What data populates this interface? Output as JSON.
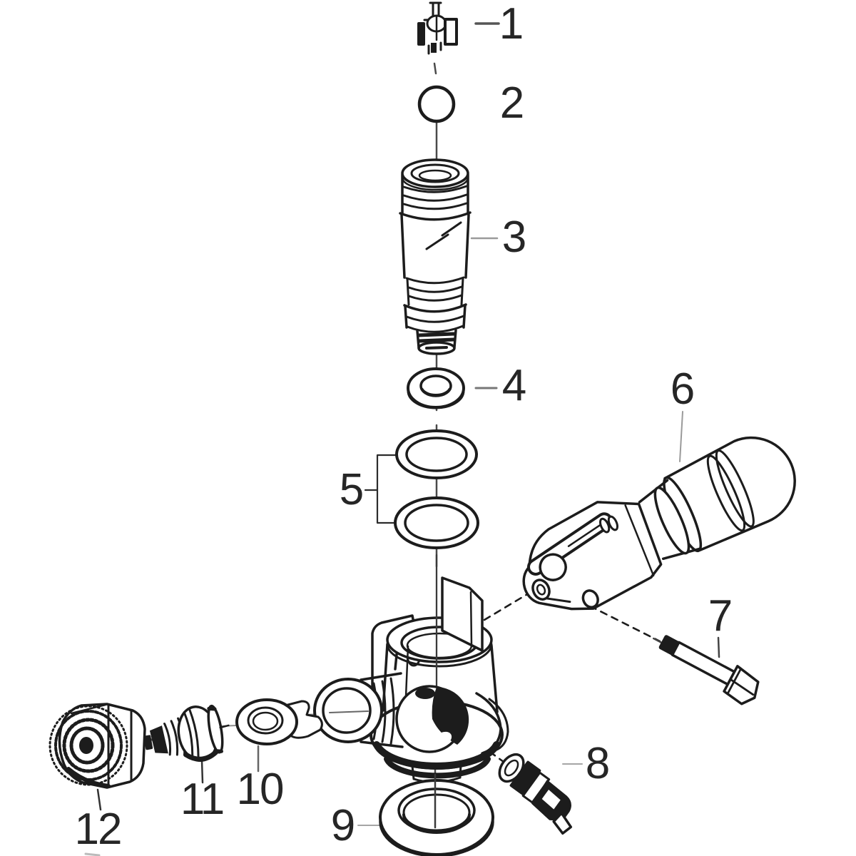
{
  "diagram": {
    "type": "exploded-parts-diagram",
    "background": "#ffffff",
    "ink": "#1c1c1c",
    "leader_gray": "#999999",
    "callouts": [
      {
        "label": "1",
        "part": "probe-head-fitting"
      },
      {
        "label": "2",
        "part": "o-ring-small"
      },
      {
        "label": "3",
        "part": "valve-body-tube"
      },
      {
        "label": "4",
        "part": "seal-washer"
      },
      {
        "label": "5",
        "part": "o-ring-pair"
      },
      {
        "label": "6",
        "part": "tap-handle-lever"
      },
      {
        "label": "7",
        "part": "pivot-bolt"
      },
      {
        "label": "8",
        "part": "relief-valve-fitting"
      },
      {
        "label": "9",
        "part": "neck-ring"
      },
      {
        "label": "10",
        "part": "washer-with-clip"
      },
      {
        "label": "11",
        "part": "valve-stem"
      },
      {
        "label": "12",
        "part": "hex-coupling-nut"
      }
    ]
  }
}
